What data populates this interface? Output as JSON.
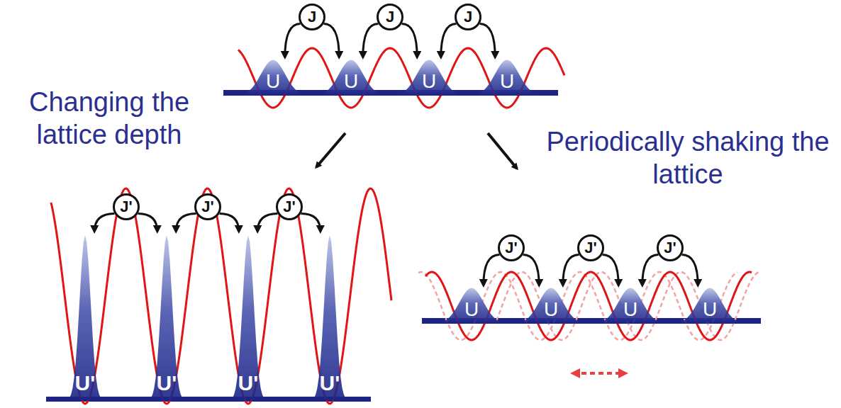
{
  "diagram": {
    "nodes": [
      {
        "text": [
          "J"
        ]
      },
      {
        "text": [
          "J"
        ]
      },
      {
        "text": [
          "J"
        ]
      },
      {
        "text": [
          "U"
        ]
      },
      {
        "text": [
          "U"
        ]
      },
      {
        "text": [
          "U"
        ]
      },
      {
        "text": [
          "U"
        ]
      },
      {
        "text": [
          "J'"
        ]
      },
      {
        "text": [
          "J'"
        ]
      },
      {
        "text": [
          "J'"
        ]
      },
      {
        "text": [
          "U'"
        ]
      },
      {
        "text": [
          "U'"
        ]
      },
      {
        "text": [
          "U'"
        ]
      },
      {
        "text": [
          "U'"
        ]
      },
      {
        "text": [
          "J'"
        ]
      },
      {
        "text": [
          "J'"
        ]
      },
      {
        "text": [
          "J'"
        ]
      },
      {
        "text": [
          "U"
        ]
      },
      {
        "text": [
          "U"
        ]
      },
      {
        "text": [
          "U"
        ]
      },
      {
        "text": [
          "U"
        ]
      }
    ],
    "edges": [
      {
        "from": 0,
        "to": 3,
        "arrow": "to"
      },
      {
        "from": 0,
        "to": 4,
        "arrow": "to"
      },
      {
        "from": 1,
        "to": 4,
        "arrow": "to"
      },
      {
        "from": 1,
        "to": 5,
        "arrow": "to"
      },
      {
        "from": 2,
        "to": 5,
        "arrow": "to"
      },
      {
        "from": 2,
        "to": 6,
        "arrow": "to"
      },
      {
        "from": 7,
        "to": 10,
        "arrow": "to"
      },
      {
        "from": 7,
        "to": 11,
        "arrow": "to"
      },
      {
        "from": 8,
        "to": 11,
        "arrow": "to"
      },
      {
        "from": 8,
        "to": 12,
        "arrow": "to"
      },
      {
        "from": 9,
        "to": 12,
        "arrow": "to"
      },
      {
        "from": 9,
        "to": 13,
        "arrow": "to"
      },
      {
        "from": 14,
        "to": 17,
        "arrow": "to"
      },
      {
        "from": 14,
        "to": 18,
        "arrow": "to"
      },
      {
        "from": 15,
        "to": 18,
        "arrow": "to"
      },
      {
        "from": 15,
        "to": 19,
        "arrow": "to"
      },
      {
        "from": 16,
        "to": 19,
        "arrow": "to"
      },
      {
        "from": 16,
        "to": 20,
        "arrow": "to"
      }
    ],
    "labels": [
      "Changing the lattice depth",
      "Periodically shaking the lattice"
    ]
  }
}
